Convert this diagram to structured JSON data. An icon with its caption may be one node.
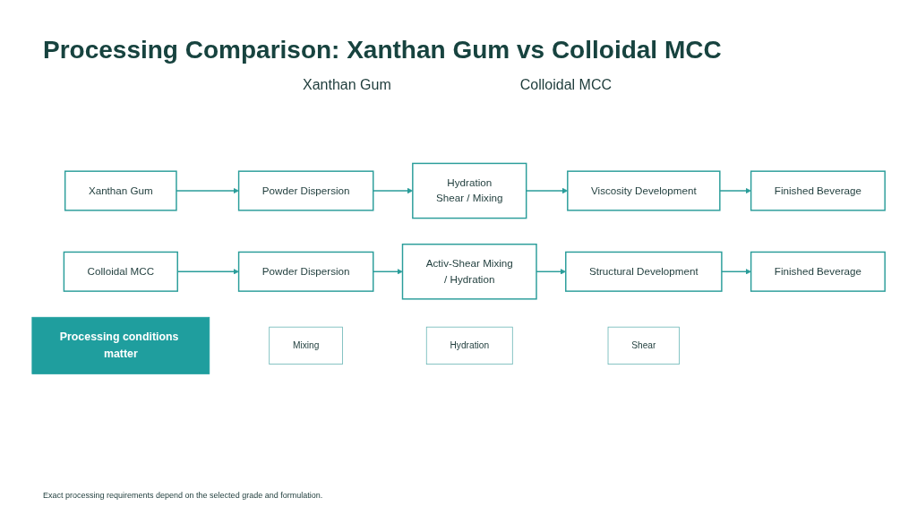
{
  "diagram": {
    "title": "Processing Comparison: Xanthan Gum vs Colloidal MCC",
    "caption": "Exact processing requirements depend on the selected grade and formulation.",
    "nodes": [
      {
        "text": [
          "Xanthan Gum"
        ]
      },
      {
        "text": [
          "Powder Dispersion"
        ]
      },
      {
        "text": [
          "Hydration",
          "Shear / Mixing"
        ]
      },
      {
        "text": [
          "Viscosity Development"
        ]
      },
      {
        "text": [
          "Finished Beverage"
        ]
      },
      {
        "text": [
          "Colloidal MCC"
        ]
      },
      {
        "text": [
          "Powder Dispersion"
        ]
      },
      {
        "text": [
          "Activ-Shear Mixing",
          "/ Hydration"
        ]
      },
      {
        "text": [
          "Structural Development"
        ]
      },
      {
        "text": [
          "Finished Beverage"
        ]
      },
      {
        "text": [
          "Processing conditions matter"
        ]
      },
      {
        "text": [
          "Mixing"
        ]
      },
      {
        "text": [
          "Hydration"
        ]
      },
      {
        "text": [
          "Shear"
        ]
      }
    ],
    "edges": [
      {
        "from": 0,
        "to": 1,
        "arrow": "to"
      },
      {
        "from": 1,
        "to": 2,
        "arrow": "to"
      },
      {
        "from": 2,
        "to": 3,
        "arrow": "to"
      },
      {
        "from": 3,
        "to": 4,
        "arrow": "to"
      },
      {
        "from": 5,
        "to": 6,
        "arrow": "to"
      },
      {
        "from": 6,
        "to": 7,
        "arrow": "to"
      },
      {
        "from": 7,
        "to": 8,
        "arrow": "to"
      },
      {
        "from": 8,
        "to": 9,
        "arrow": "to"
      }
    ],
    "labels": [
      "Xanthan Gum",
      "Colloidal MCC"
    ]
  }
}
